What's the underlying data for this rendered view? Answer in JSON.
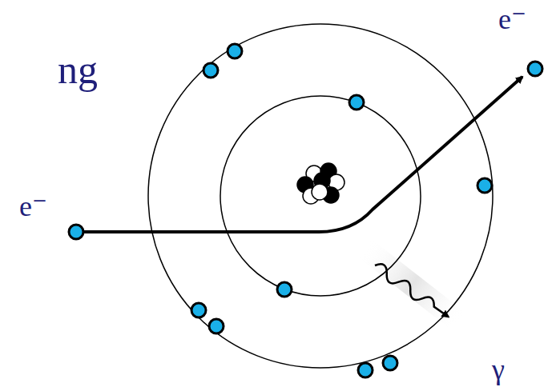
{
  "diagram": {
    "labels": [
      "ng",
      "e⁻",
      "e⁻",
      "γ"
    ]
  }
}
